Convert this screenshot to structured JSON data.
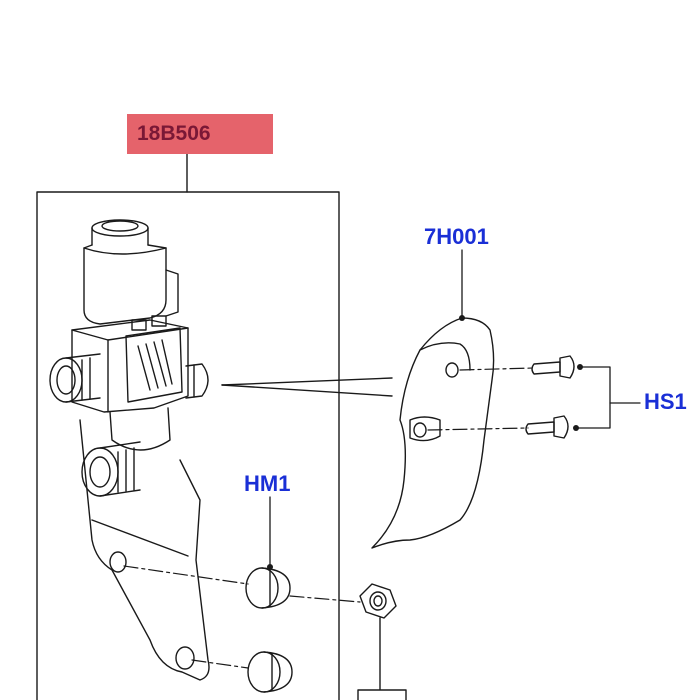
{
  "diagram": {
    "callouts": {
      "heater_valve": "18B506",
      "heat_shield": "7H001",
      "shield_screws": "HS1",
      "mount_grommet": "HM1"
    },
    "colors": {
      "line": "#1a1a1a",
      "callout_blue": "#1a2fd6",
      "callout_red": "#7a1836",
      "highlight_fill": "#e5636b"
    }
  }
}
